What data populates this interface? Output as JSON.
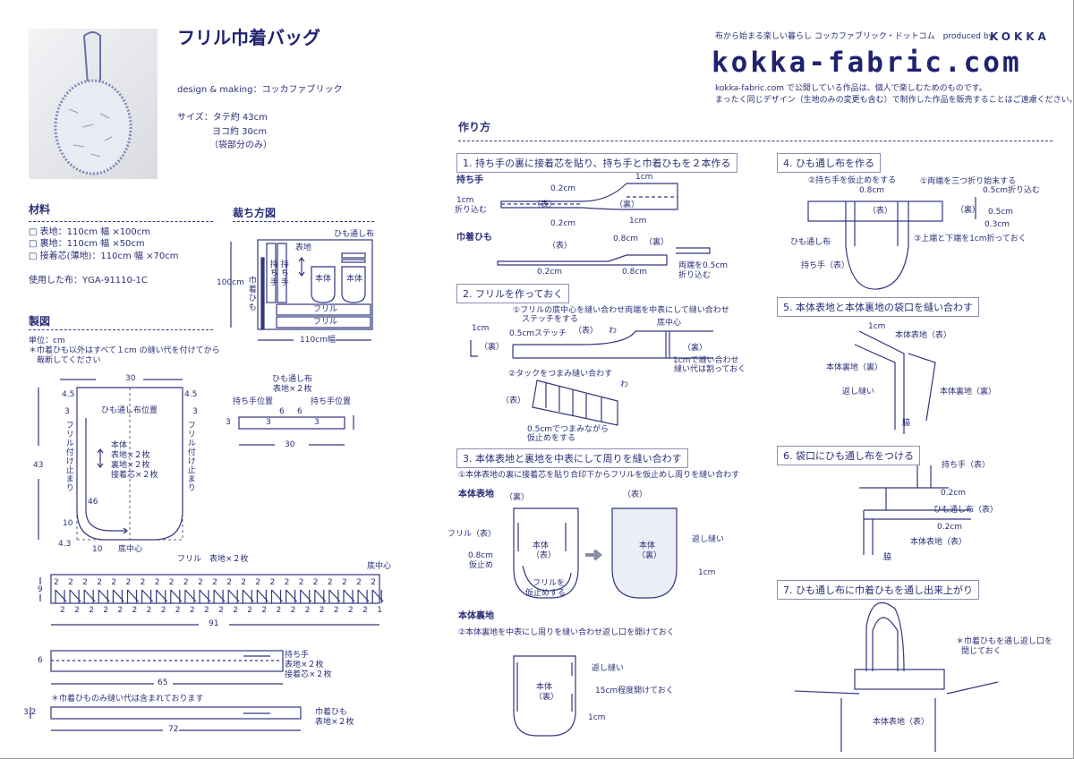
{
  "header": {
    "title": "フリル巾着バッグ",
    "credit": "design & making：コッカファブリック",
    "size_label": "サイズ：タテ約 43cm",
    "size_width": "ヨコ約 30cm",
    "size_note": "（袋部分のみ）",
    "tagline": "布から始まる楽しい暮らし コッカファブリック・ドットコム　produced by",
    "brand": "KOKKA",
    "logo": "kokka-fabric.com",
    "notice1": "kokka-fabric.com で公開している作品は、個人で楽しむためのものです。",
    "notice2": "まったく同じデザイン（生地のみの変更も含む）で制作した作品を販売することはご遠慮ください。"
  },
  "materials": {
    "heading": "材料",
    "items": [
      "□ 表地：110cm 幅 ×100cm",
      "□ 裏地：110cm 幅 ×50cm",
      "□ 接着芯(薄地)：110cm 幅 ×70cm"
    ],
    "used": "使用した布：YGA-91110-1C"
  },
  "cutting": {
    "heading": "裁ち方図",
    "himo": "ひも通し布",
    "omote": "表地",
    "strap": "持ち手",
    "cord": "巾着ひも",
    "body": "本体",
    "frill": "フリル",
    "height": "100cm",
    "width": "110cm幅"
  },
  "pattern": {
    "heading": "製図",
    "unit": "単位：cm",
    "note1": "＊巾着ひも以外はすべて１cm の縫い代を付けてから",
    "note2": "裁断してください",
    "body": {
      "w": "30",
      "h": "43",
      "m45": "4.5",
      "m3": "3",
      "himo_pos": "ひも通し布位置",
      "frill_stop": "フリル付け止まり",
      "name": "本体",
      "l1": "表地×２枚",
      "l2": "裏地×２枚",
      "l3": "接着芯×２枚",
      "curve": "46",
      "c10": "10",
      "c43": "4.3",
      "bottom": "底中心"
    },
    "himo": {
      "name": "ひも通し布",
      "count": "表地×２枚",
      "strap_pos": "持ち手位置",
      "six": "6",
      "three": "3",
      "w": "30"
    },
    "frill": {
      "label": "フリル　表地×２枚",
      "bottom": "底中心",
      "h": "9",
      "w": "91",
      "top_marks": [
        "2",
        "2",
        "2",
        "2",
        "2",
        "2",
        "2",
        "2",
        "2",
        "2",
        "2",
        "2",
        "2",
        "2",
        "2",
        "2",
        "2",
        "2",
        "2",
        "2",
        "2",
        "2",
        "2"
      ],
      "bottom_marks": [
        "2",
        "2",
        "2",
        "2",
        "2",
        "2",
        "2",
        "2",
        "2",
        "2",
        "2",
        "2",
        "2",
        "2",
        "2",
        "2",
        "2",
        "2",
        "2",
        "2",
        "2",
        "2",
        "1"
      ]
    },
    "strap": {
      "h": "6",
      "w": "65",
      "l1": "持ち手",
      "l2": "表地×２枚",
      "l3": "接着芯×２枚"
    },
    "cord": {
      "note": "＊巾着ひものみ縫い代は含まれております",
      "h": "3.2",
      "w": "72",
      "l1": "巾着ひも",
      "l2": "表地×２枚"
    }
  },
  "howto": {
    "heading": "作り方",
    "s1": {
      "title": "1. 持ち手の裏に接着芯を貼り、持ち手と巾着ひもを２本作る",
      "strap": "持ち手",
      "cord": "巾着ひも",
      "fold": "1cm",
      "fold2": "折り込む",
      "c02": "0.2cm",
      "c1": "1cm",
      "front": "（表）",
      "back": "（裏）",
      "c08": "0.8cm",
      "ends": "両端を0.5cm",
      "ends2": "折り込む"
    },
    "s2": {
      "title": "2. フリルを作っておく",
      "n1": "①フリルの底中心を縫い合わせ両端を中表にして縫い合わせ",
      "n1b": "ステッチをする",
      "c1": "1cm",
      "stitch": "0.5cmステッチ",
      "front": "（表）",
      "back": "（裏）",
      "wa": "わ",
      "bottom": "底中心",
      "seam1": "1cmで縫い合わせ",
      "seam2": "縫い代は割っておく",
      "n2": "②タックをつまみ縫い合わす",
      "tack1": "0.5cmでつまみながら",
      "tack2": "仮止めをする"
    },
    "s3": {
      "title": "3. 本体表地と裏地を中表にして周りを縫い合わす",
      "n1": "①本体表地の裏に接着芯を貼り合印下からフリルを仮止めし周りを縫い合わす",
      "outer": "本体表地",
      "back": "（裏）",
      "front": "（表）",
      "frill": "フリル（表）",
      "c08": "0.8cm",
      "tmp": "仮止め",
      "body": "本体",
      "frill_tmp1": "フリルを",
      "frill_tmp2": "仮止めする",
      "rev": "返し縫い",
      "c1": "1cm",
      "lining": "本体裏地",
      "n2": "②本体裏地を中表にし周りを縫い合わせ返し口を開けておく",
      "open": "15cm程度開けておく"
    },
    "s4": {
      "title": "4. ひも通し布を作る",
      "n2": "②持ち手を仮止めをする",
      "n1": "①両端を三つ折り始末する",
      "c08": "0.8cm",
      "c05f": "0.5cm折り込む",
      "front": "（表）",
      "back": "（裏）",
      "c05": "0.5cm",
      "c03": "0.3cm",
      "himo": "ひも通し布",
      "strap": "持ち手（表）",
      "n3": "③上端と下端を1cm折っておく"
    },
    "s5": {
      "title": "5. 本体表地と本体裏地の袋口を縫い合わす",
      "c1": "1cm",
      "outer": "本体表地（表）",
      "lining": "本体裏地（裏）",
      "rev": "返し縫い",
      "side": "脇"
    },
    "s6": {
      "title": "6. 袋口にひも通し布をつける",
      "strap": "持ち手（表）",
      "c02": "0.2cm",
      "himo": "ひも通し布（表）",
      "outer": "本体表地（表）",
      "side": "脇"
    },
    "s7": {
      "title": "7. ひも通し布に巾着ひもを通し出来上がり",
      "note1": "＊巾着ひもを通し返し口を",
      "note2": "閉じておく",
      "outer": "本体表地（表）"
    }
  },
  "colors": {
    "ink": "#2b2e78",
    "accent": "#1f2270"
  }
}
